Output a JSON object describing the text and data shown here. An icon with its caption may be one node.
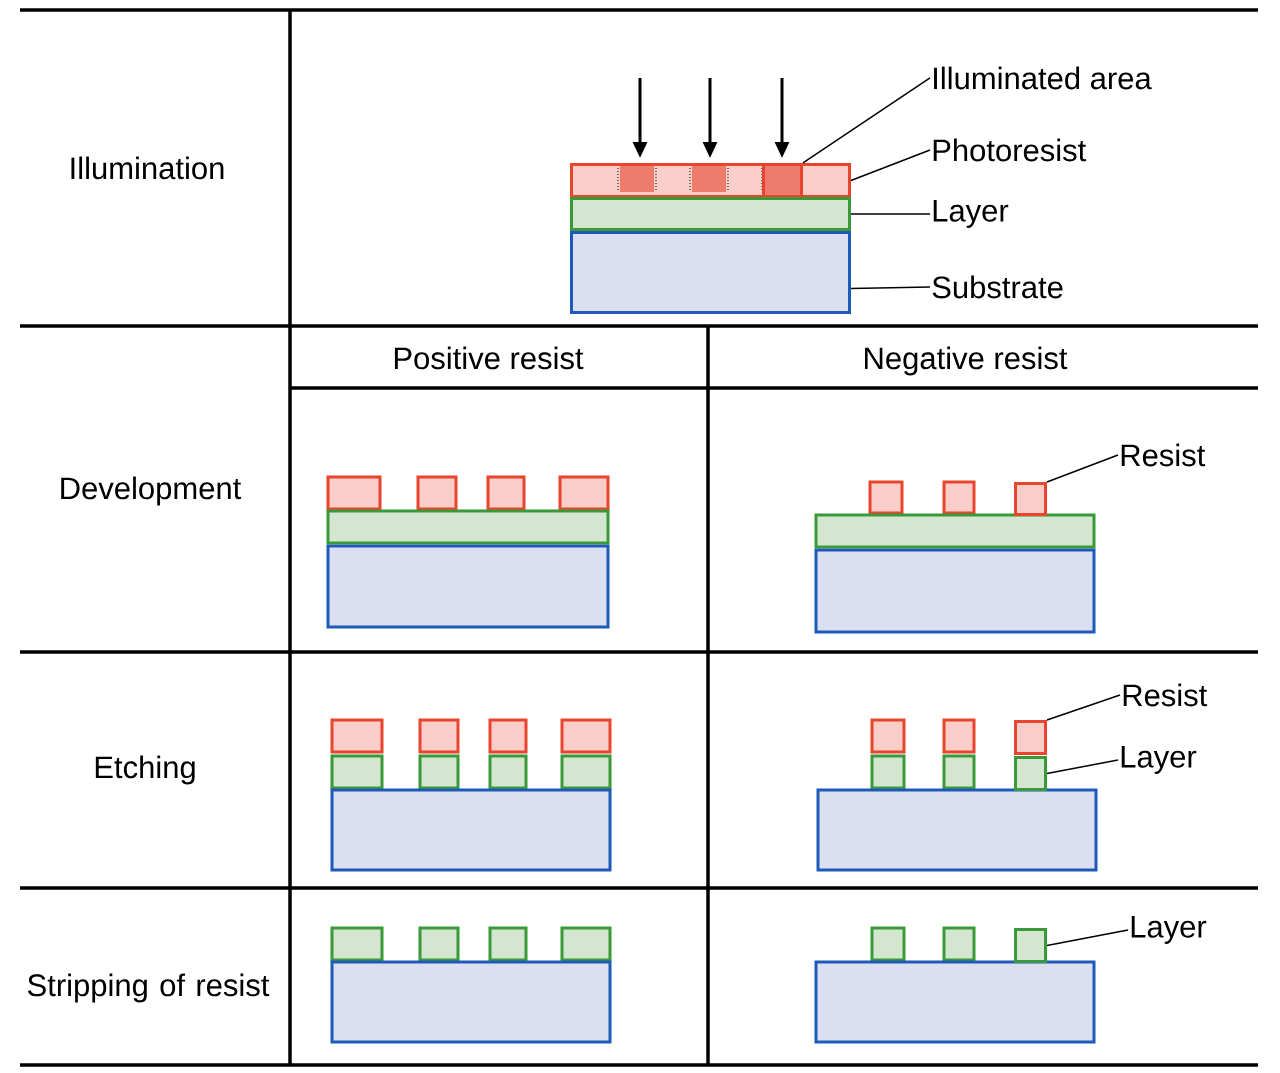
{
  "diagram": {
    "nodes": [
      {
        "text": [
          "Illuminated area"
        ]
      },
      {
        "text": [
          "Photoresist"
        ]
      },
      {
        "text": [],
        "shape": "box"
      },
      {
        "text": [],
        "shape": "box",
        "in": 2
      },
      {
        "text": [
          "Layer"
        ]
      },
      {
        "text": [],
        "shape": "box"
      },
      {
        "text": [
          "Substrate"
        ]
      },
      {
        "text": [],
        "shape": "box"
      },
      {
        "text": [
          "Resist"
        ]
      },
      {
        "text": [],
        "shape": "box"
      },
      {
        "text": [
          "Resist"
        ]
      },
      {
        "text": [],
        "shape": "box"
      },
      {
        "text": [
          "Layer"
        ]
      },
      {
        "text": [],
        "shape": "box"
      },
      {
        "text": [
          "Layer"
        ]
      },
      {
        "text": [],
        "shape": "box"
      }
    ],
    "edges": [
      {
        "from": 0,
        "to": 3,
        "arrow": "none"
      },
      {
        "from": 1,
        "to": 2,
        "arrow": "none"
      },
      {
        "from": 4,
        "to": 5,
        "arrow": "none"
      },
      {
        "from": 6,
        "to": 7,
        "arrow": "none"
      },
      {
        "from": 8,
        "to": 9,
        "arrow": "none"
      },
      {
        "from": 10,
        "to": 11,
        "arrow": "none"
      },
      {
        "from": 12,
        "to": 13,
        "arrow": "none"
      },
      {
        "from": 14,
        "to": 15,
        "arrow": "none"
      }
    ],
    "labels": [
      "Illumination",
      "Positive resist",
      "Negative resist",
      "Development",
      "Etching",
      "Stripping of resist"
    ]
  }
}
